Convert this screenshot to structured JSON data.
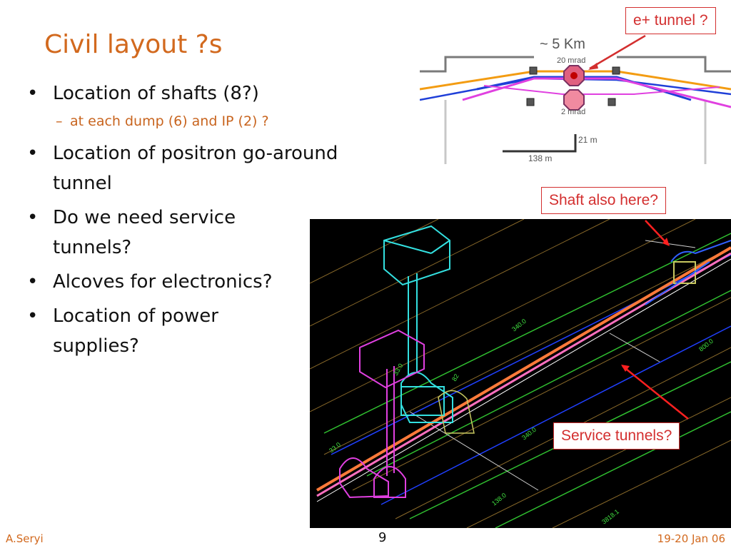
{
  "slide": {
    "title": "Civil layout ?s",
    "bullets": [
      {
        "text": "Location of shafts (8?)",
        "sub": "at each dump (6) and IP (2) ?"
      },
      {
        "text": "Location of positron go-around tunnel"
      },
      {
        "text": "Do we need service tunnels?"
      },
      {
        "text": "Alcoves for electronics?"
      },
      {
        "text": "Location of power supplies?"
      }
    ],
    "callouts": {
      "e_tunnel": "e+ tunnel ?",
      "shaft": "Shaft also here?",
      "service": "Service tunnels?"
    },
    "footer": {
      "author": "A.Seryi",
      "page": "9",
      "date": "19-20 Jan 06"
    }
  },
  "top_diagram": {
    "distance_label": "~ 5 Km",
    "crossing_top": "20 mrad",
    "crossing_bottom": "2 mrad",
    "depth_label": "21 m",
    "length_label": "138 m"
  },
  "cad_labels": {
    "l1": "340.0",
    "l2": "340.0",
    "l3": "800.0",
    "l4": "33.0",
    "l5": "138.0",
    "l6": "3818.1",
    "l7": "33.0",
    "l8": "82"
  },
  "colors": {
    "title": "#d2691e",
    "callout": "#d32f2f",
    "orange_beam": "#f39c12",
    "blue_beam": "#1f3fd8",
    "magenta_beam": "#e040e0"
  }
}
